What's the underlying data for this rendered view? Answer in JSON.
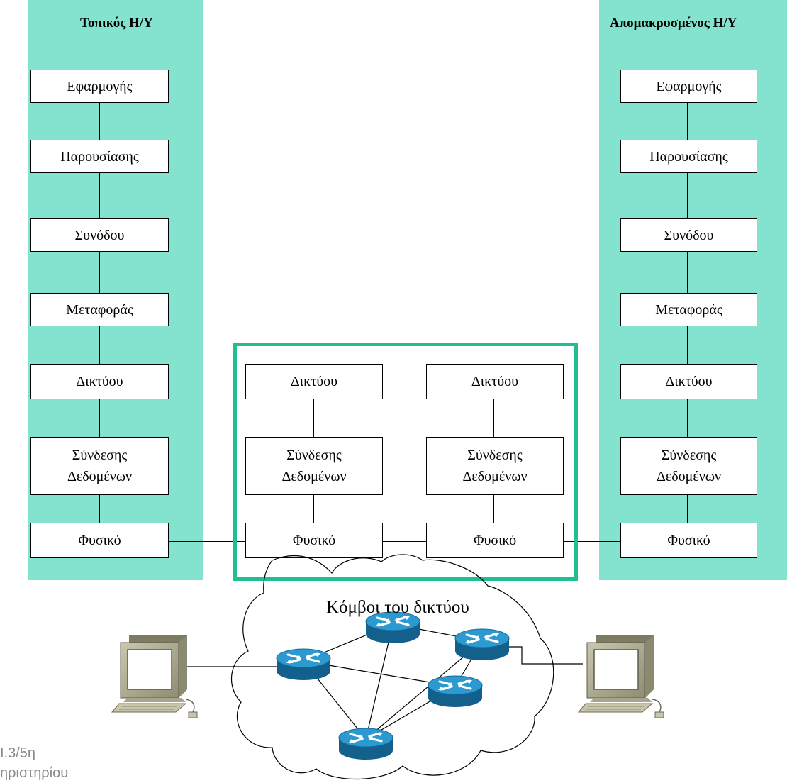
{
  "local_host": {
    "title": "Τοπικός Η/Υ",
    "layers": [
      "Εφαρμογής",
      "Παρουσίασης",
      "Συνόδου",
      "Μεταφοράς",
      "Δικτύου",
      "Σύνδεσης Δεδομένων",
      "Φυσικό"
    ],
    "link_layer_line1": "Σύνδεσης",
    "link_layer_line2": "Δεδομένων"
  },
  "remote_host": {
    "title": "Απομακρυσμένος Η/Υ",
    "layers": [
      "Εφαρμογής",
      "Παρουσίασης",
      "Συνόδου",
      "Μεταφοράς",
      "Δικτύου",
      "Σύνδεσης Δεδομένων",
      "Φυσικό"
    ],
    "link_layer_line1": "Σύνδεσης",
    "link_layer_line2": "Δεδομένων"
  },
  "network_nodes": {
    "node1": {
      "network": "Δικτύου",
      "link_line1": "Σύνδεσης",
      "link_line2": "Δεδομένων",
      "physical": "Φυσικό"
    },
    "node2": {
      "network": "Δικτύου",
      "link_line1": "Σύνδεσης",
      "link_line2": "Δεδομένων",
      "physical": "Φυσικό"
    }
  },
  "cloud": {
    "caption": "Κόμβοι του δικτύου"
  },
  "footer": {
    "line1": "Ι.3/5η",
    "line2": "ηριστηρίου"
  },
  "colors": {
    "host_panel": "#84e3cf",
    "node_frame": "#1fbf94",
    "router": "#1f8fc4"
  },
  "icons": [
    "computer-icon",
    "router-icon",
    "cloud-icon"
  ]
}
